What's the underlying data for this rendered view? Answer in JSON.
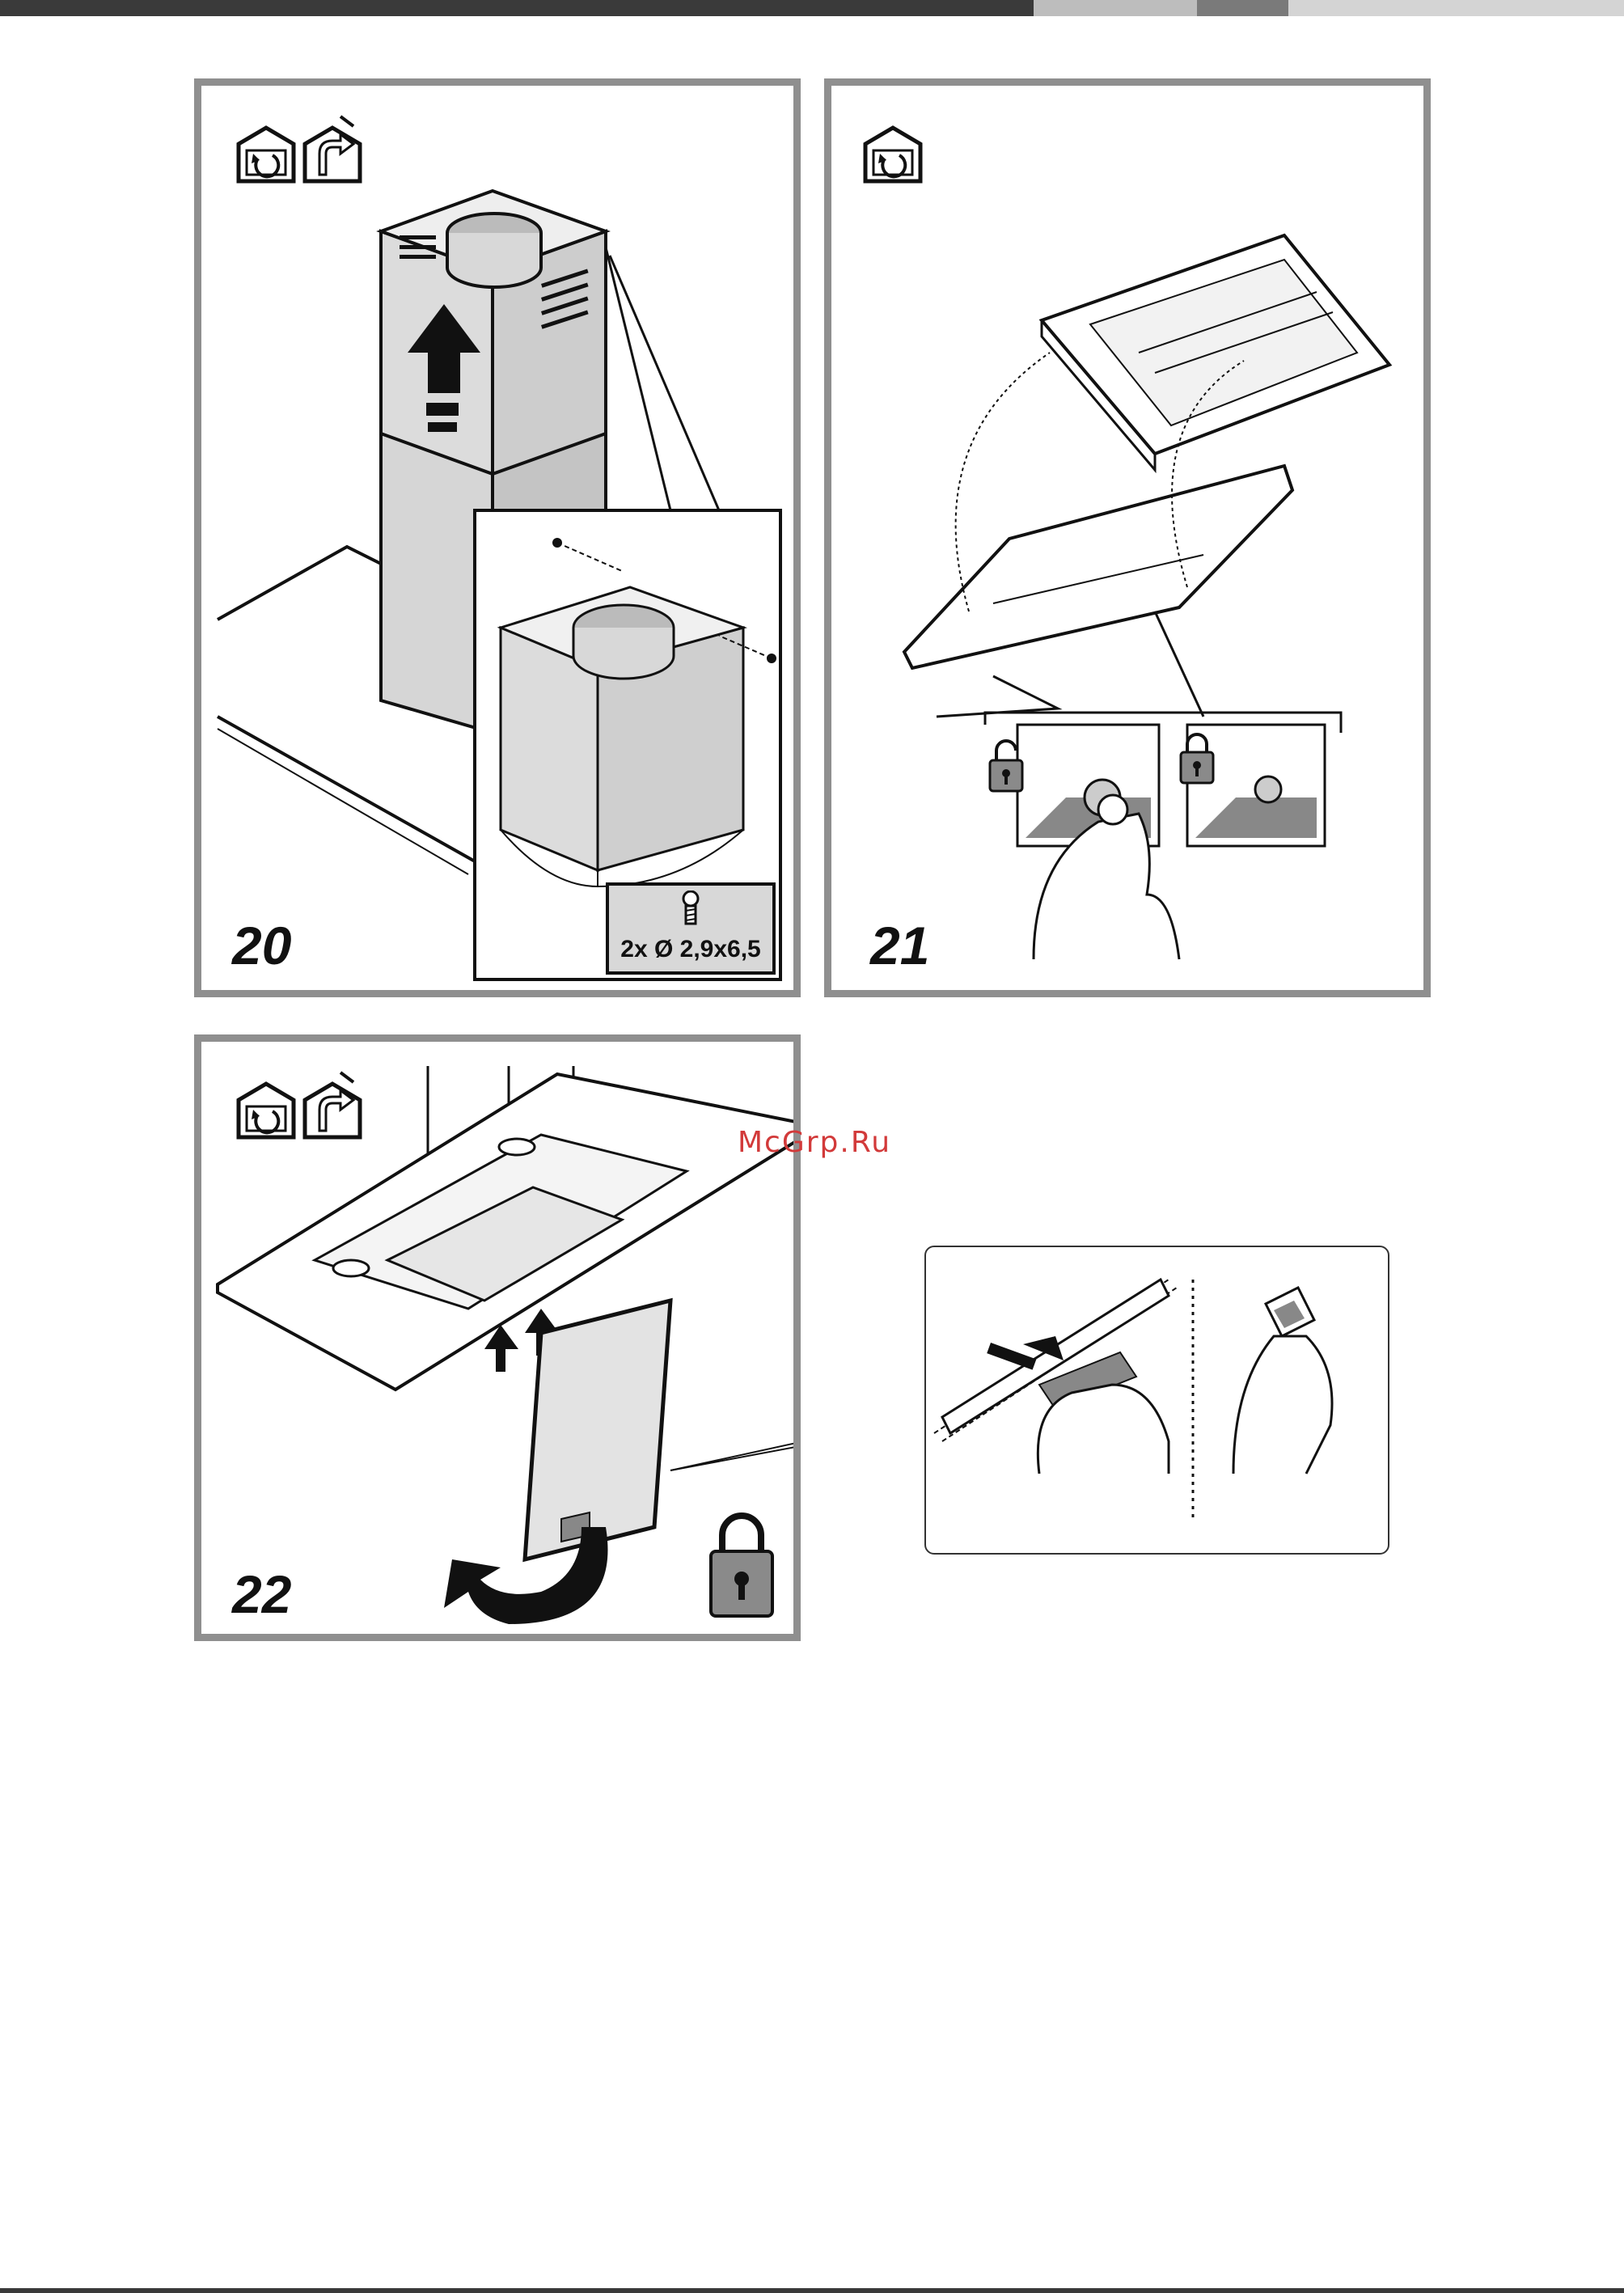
{
  "header_bar": {
    "segments": [
      "dark",
      "light",
      "mid",
      "light"
    ]
  },
  "panels": [
    {
      "step": "20",
      "screw_spec": "2x Ø 2,9x6,5",
      "icons": [
        "recirculation-mode-icon",
        "extraction-mode-icon"
      ]
    },
    {
      "step": "21",
      "icons": [
        "recirculation-mode-icon"
      ]
    },
    {
      "step": "22",
      "icons": [
        "recirculation-mode-icon",
        "extraction-mode-icon"
      ]
    }
  ],
  "watermark": "McGrp.Ru",
  "colors": {
    "frame": "#8f8f8f",
    "chimney": "#d6d6d6",
    "watermark": "#d23a3a",
    "lock": "#8a8a8a"
  }
}
